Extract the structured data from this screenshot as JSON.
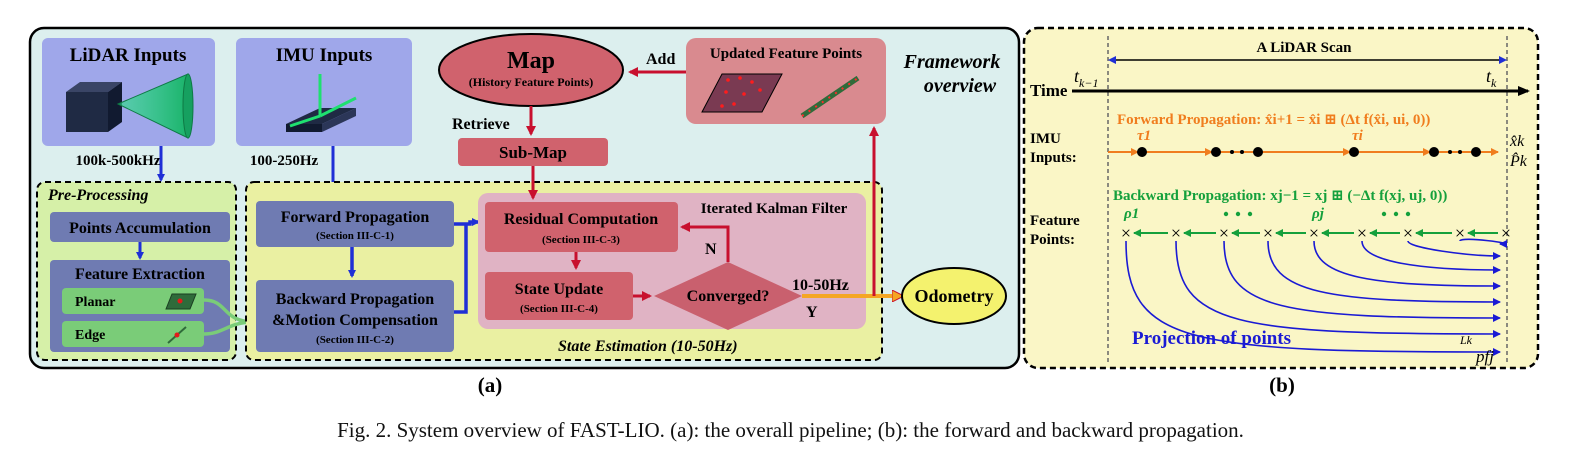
{
  "panel_a": {
    "label": "(a)",
    "framework_title": [
      "Framework",
      "overview"
    ],
    "lidar": {
      "title": "LiDAR Inputs",
      "rate": "100k-500kHz"
    },
    "imu": {
      "title": "IMU Inputs",
      "rate": "100-250Hz"
    },
    "preprocessing": {
      "title": "Pre-Processing",
      "accumulation": "Points Accumulation",
      "feature_extraction": "Feature Extraction",
      "planar": "Planar",
      "edge": "Edge"
    },
    "map": {
      "title": "Map",
      "subtitle": "(History Feature Points)"
    },
    "add_label": "Add",
    "updated_features": "Updated Feature Points",
    "retrieve_label": "Retrieve",
    "submap": "Sub-Map",
    "forward": {
      "title": "Forward Propagation",
      "section": "(Section III-C-1)"
    },
    "backward": {
      "line1": "Backward Propagation",
      "line2": "&Motion Compensation",
      "section": "(Section III-C-2)"
    },
    "ikf_title": "Iterated Kalman Filter",
    "residual": {
      "title": "Residual Computation",
      "section": "(Section III-C-3)"
    },
    "state_update": {
      "title": "State Update",
      "section": "(Section III-C-4)"
    },
    "converged": "Converged?",
    "n_label": "N",
    "y_label": "Y",
    "freq_label": "10-50Hz",
    "odometry": "Odometry",
    "state_estimation": "State Estimation (10-50Hz)"
  },
  "panel_b": {
    "label": "(b)",
    "scan_title": "A LiDAR Scan",
    "time_label": "Time",
    "t_prev": "t",
    "t_prev_sub": "k−1",
    "t_k": "t",
    "t_k_sub": "k",
    "imu_label": [
      "IMU",
      "Inputs:"
    ],
    "feature_label": [
      "Feature",
      "Points:"
    ],
    "forward_prop": "Forward Propagation: x̂i+1 = x̂i ⊞ (Δt f(x̂i, ui, 0))",
    "backward_prop": "Backward Propagation: xj−1 = xj ⊞ (−Δt f(xj, uj, 0))",
    "tau1": "τ1",
    "taui": "τi",
    "rho1": "ρ1",
    "rhoj": "ρj",
    "xk_hat": "x̂k",
    "pk_hat": "P̂k",
    "projection": "Projection of points",
    "lk": "Lk",
    "pfj": "pfj",
    "colors": {
      "forward": "#f07d1e",
      "backward": "#14a03c",
      "projection": "#1a1ad4"
    }
  },
  "caption": "Fig. 2.   System overview of FAST-LIO. (a): the overall pipeline; (b): the forward and backward propagation."
}
